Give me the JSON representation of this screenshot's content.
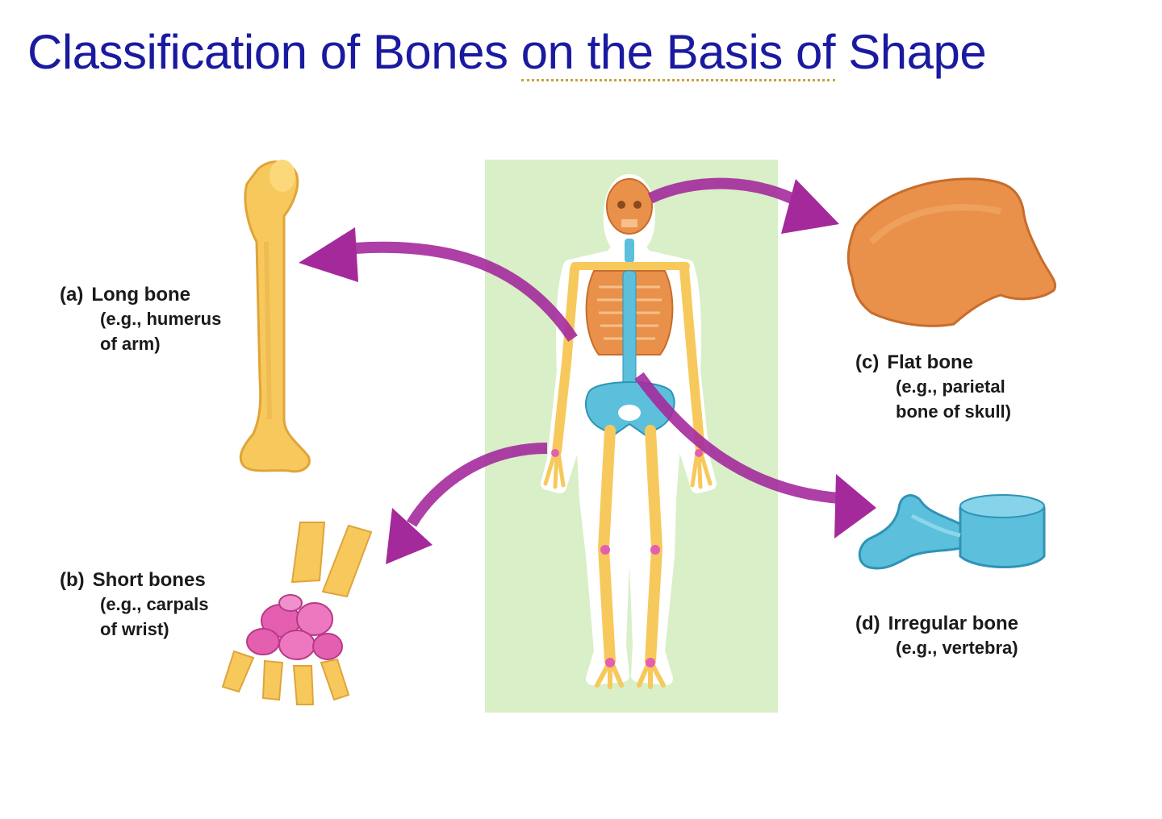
{
  "title": {
    "part1": "Classification of Bones ",
    "part2": "on the Basis of",
    "part3": " Shape"
  },
  "labels": {
    "long": {
      "tag": "(a)",
      "name": "Long bone",
      "ex1": "(e.g., humerus",
      "ex2": "of arm)"
    },
    "short": {
      "tag": "(b)",
      "name": "Short bones",
      "ex1": "(e.g., carpals",
      "ex2": "of wrist)"
    },
    "flat": {
      "tag": "(c)",
      "name": "Flat bone",
      "ex1": "(e.g., parietal",
      "ex2": "bone of skull)"
    },
    "irregular": {
      "tag": "(d)",
      "name": "Irregular bone",
      "ex1": "(e.g., vertebra)"
    }
  },
  "colors": {
    "title": "#1a1aa0",
    "panel": "#d8efc8",
    "long_bone": "#f7c95c",
    "flat_bone": "#e9914a",
    "short_bone": "#e45fb0",
    "irregular_bone": "#5cc0dc",
    "arrow": "#a42a9c"
  }
}
